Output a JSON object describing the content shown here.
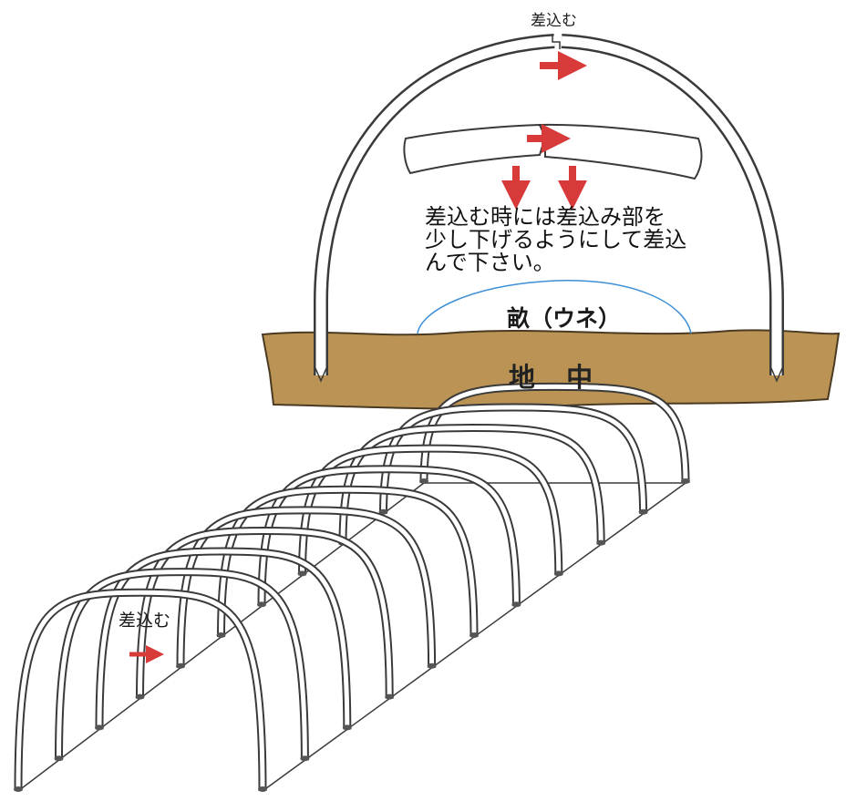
{
  "labels": {
    "insert_top": "差込む",
    "insert_bottom": "差込む",
    "ridge": "畝（ウネ）",
    "underground": "地 中"
  },
  "instruction": {
    "line1": "差込む時には差込み部を",
    "line2": "少し下げるようにして差込",
    "line3": "んで下さい。"
  },
  "colors": {
    "soil": "#bb9455",
    "soil_edge": "#4a3a22",
    "arrow": "#d83a3a",
    "ridge_line": "#3d8fd6",
    "pipe_outline": "#3a3a3a"
  }
}
